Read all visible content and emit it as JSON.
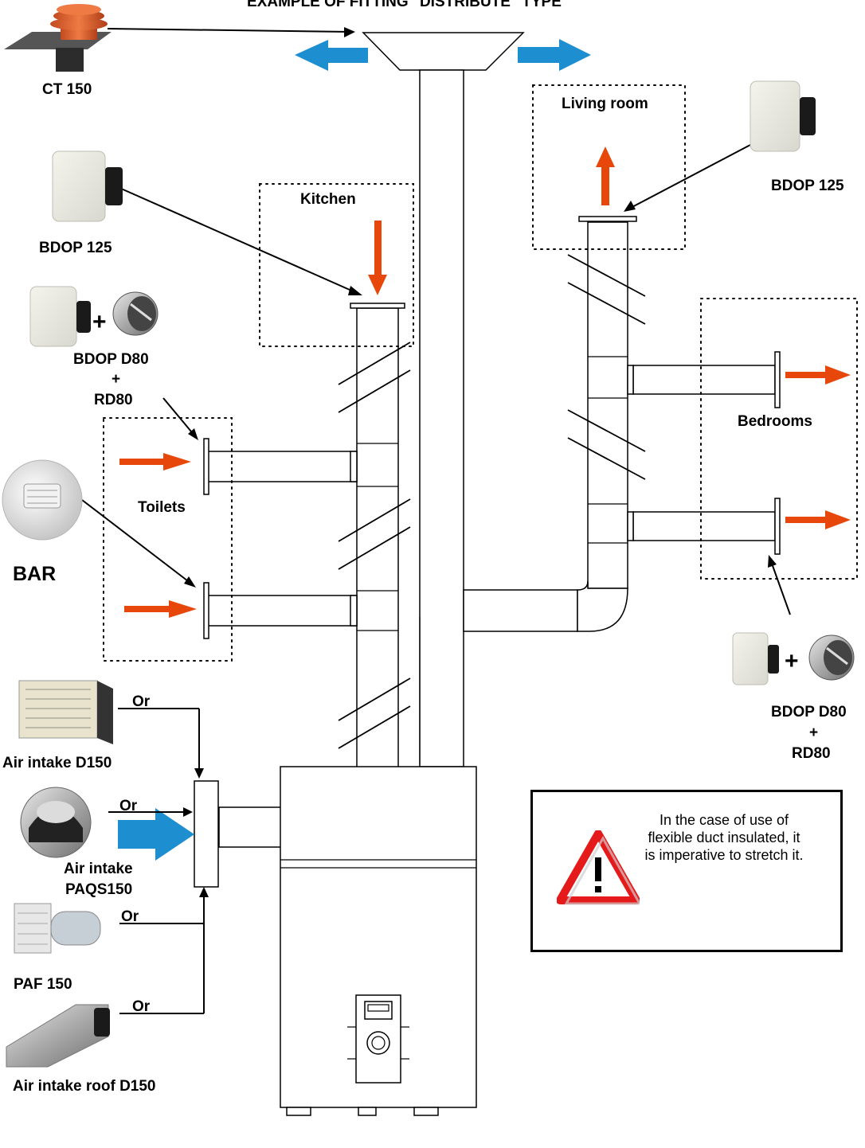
{
  "title": "EXAMPLE OF FITTING \"DISTRIBUTE\" TYPE",
  "colors": {
    "extract_arrow": "#e8470c",
    "supply_arrow": "#1d8fd1",
    "warning": "#e51b1b"
  },
  "labels": {
    "ct150": "CT 150",
    "kitchen": "Kitchen",
    "living_room": "Living room",
    "bdop_left": "BDOP 125",
    "bdop_right": "BDOP 125",
    "bdop_d80_left_1": "BDOP D80",
    "bdop_d80_left_plus": "+",
    "bdop_d80_left_2": "RD80",
    "bdop_d80_right_1": "BDOP D80",
    "bdop_d80_right_plus": "+",
    "bdop_d80_right_2": "RD80",
    "toilets": "Toilets",
    "bar": "BAR",
    "bedrooms": "Bedrooms",
    "or": "Or",
    "air_intake_d150": "Air intake D150",
    "air_intake_paqs_1": "Air intake",
    "air_intake_paqs_2": "PAQS150",
    "paf150": "PAF 150",
    "air_intake_roof": "Air intake roof D150",
    "plus_sign": "+"
  },
  "note": {
    "text": "In the case of use of flexible duct insulated, it is imperative to stretch it.",
    "icon": "warning-triangle-icon"
  }
}
